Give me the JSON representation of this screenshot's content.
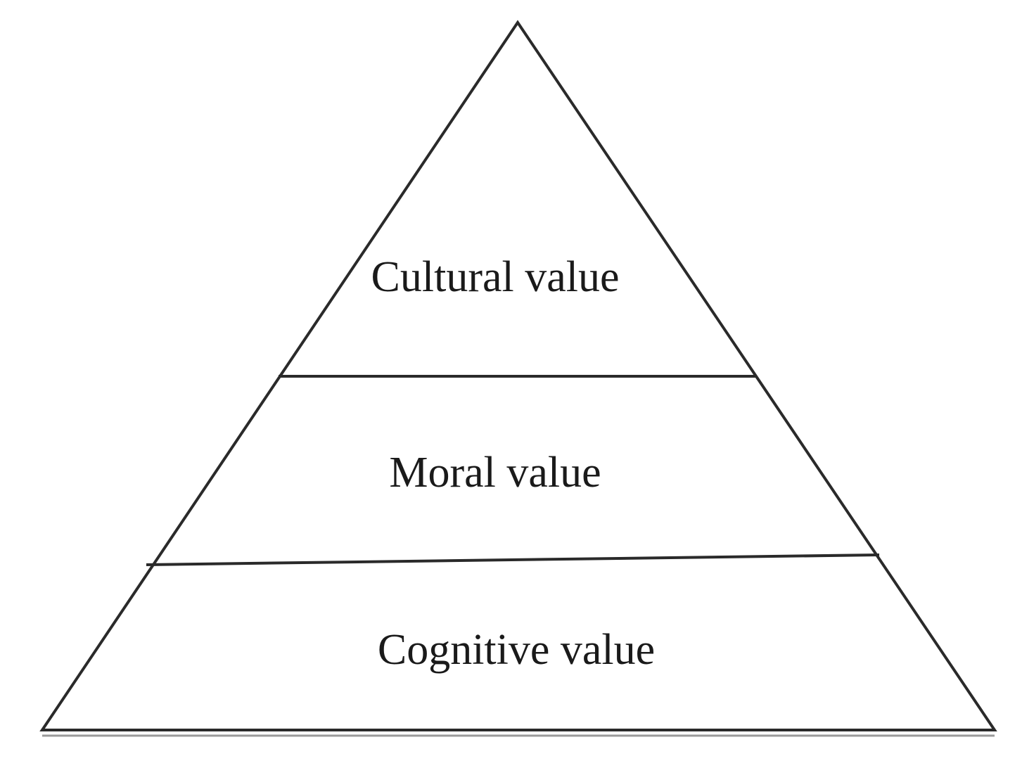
{
  "pyramid": {
    "tiers": [
      {
        "label": "Cultural value"
      },
      {
        "label": "Moral value"
      },
      {
        "label": "Cognitive value"
      }
    ],
    "colors": {
      "stroke": "#2a2a2a",
      "fill": "#ffffff",
      "text": "#1a1a1a"
    }
  }
}
